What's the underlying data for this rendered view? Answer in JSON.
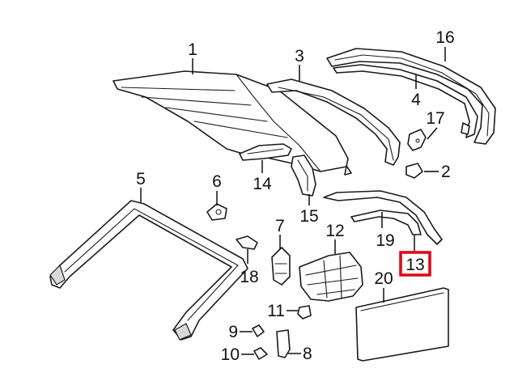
{
  "callouts": [
    {
      "id": "1",
      "label": "1"
    },
    {
      "id": "2",
      "label": "2"
    },
    {
      "id": "3",
      "label": "3"
    },
    {
      "id": "4",
      "label": "4"
    },
    {
      "id": "5",
      "label": "5"
    },
    {
      "id": "6",
      "label": "6"
    },
    {
      "id": "7",
      "label": "7"
    },
    {
      "id": "8",
      "label": "8"
    },
    {
      "id": "9",
      "label": "9"
    },
    {
      "id": "10",
      "label": "10"
    },
    {
      "id": "11",
      "label": "11"
    },
    {
      "id": "12",
      "label": "12"
    },
    {
      "id": "13",
      "label": "13"
    },
    {
      "id": "14",
      "label": "14"
    },
    {
      "id": "15",
      "label": "15"
    },
    {
      "id": "16",
      "label": "16"
    },
    {
      "id": "17",
      "label": "17"
    },
    {
      "id": "18",
      "label": "18"
    },
    {
      "id": "19",
      "label": "19"
    },
    {
      "id": "20",
      "label": "20"
    }
  ],
  "highlighted_callout": "13",
  "colors": {
    "highlight": "#e3000f",
    "line": "#1a1a1a",
    "background": "#ffffff"
  }
}
